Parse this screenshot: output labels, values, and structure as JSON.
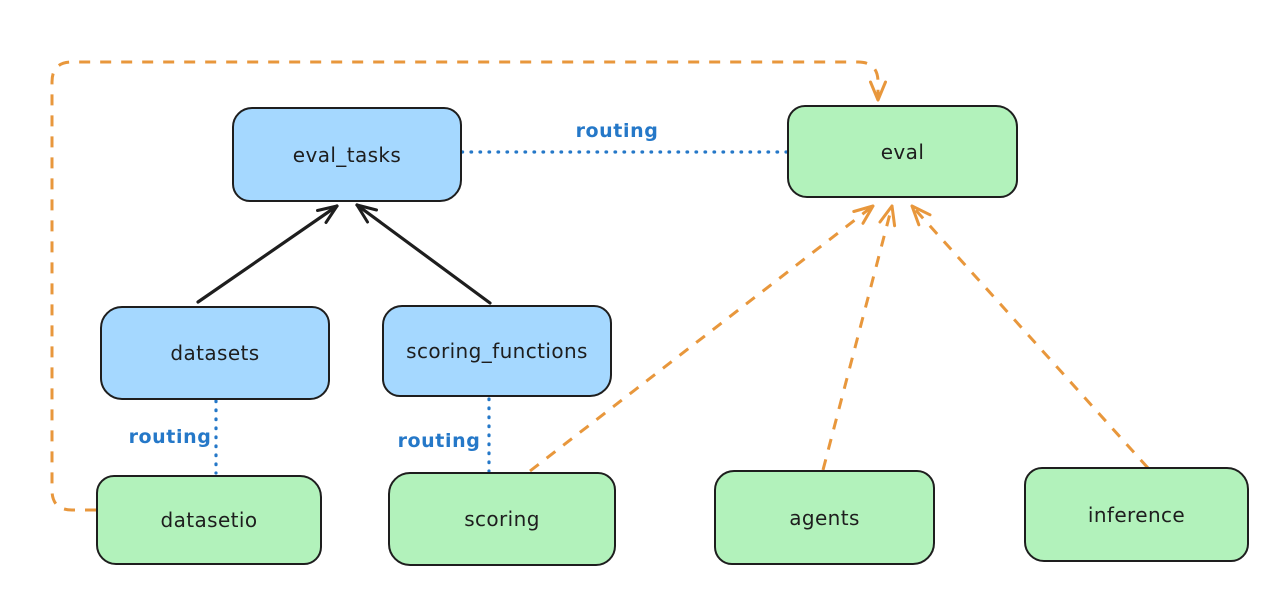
{
  "colors": {
    "black": "#1e1e1e",
    "blue": "#2578c8",
    "orange": "#e8973c",
    "blue_fill": "#a5d8ff",
    "green_fill": "#b2f2bb",
    "background": "#ffffff"
  },
  "nodes": {
    "eval_tasks": {
      "label": "eval_tasks",
      "fill": "#a5d8ff"
    },
    "eval": {
      "label": "eval",
      "fill": "#b2f2bb"
    },
    "datasets": {
      "label": "datasets",
      "fill": "#a5d8ff"
    },
    "scoring_functions": {
      "label": "scoring_functions",
      "fill": "#a5d8ff"
    },
    "datasetio": {
      "label": "datasetio",
      "fill": "#b2f2bb"
    },
    "scoring": {
      "label": "scoring",
      "fill": "#b2f2bb"
    },
    "agents": {
      "label": "agents",
      "fill": "#b2f2bb"
    },
    "inference": {
      "label": "inference",
      "fill": "#b2f2bb"
    }
  },
  "edge_labels": {
    "eval_tasks_to_eval": "routing",
    "datasets_to_datasetio": "routing",
    "scoring_functions_to_scoring": "routing"
  },
  "edges": [
    {
      "from": "datasets",
      "to": "eval_tasks",
      "style": "solid",
      "color": "#1e1e1e",
      "arrow": true
    },
    {
      "from": "scoring_functions",
      "to": "eval_tasks",
      "style": "solid",
      "color": "#1e1e1e",
      "arrow": true
    },
    {
      "from": "eval_tasks",
      "to": "eval",
      "style": "dotted",
      "color": "#2578c8",
      "arrow": false,
      "label": "routing"
    },
    {
      "from": "datasets",
      "to": "datasetio",
      "style": "dotted",
      "color": "#2578c8",
      "arrow": false,
      "label": "routing"
    },
    {
      "from": "scoring_functions",
      "to": "scoring",
      "style": "dotted",
      "color": "#2578c8",
      "arrow": false,
      "label": "routing"
    },
    {
      "from": "datasetio",
      "to": "eval",
      "style": "dashed",
      "color": "#e8973c",
      "arrow": true
    },
    {
      "from": "scoring",
      "to": "eval",
      "style": "dashed",
      "color": "#e8973c",
      "arrow": true
    },
    {
      "from": "agents",
      "to": "eval",
      "style": "dashed",
      "color": "#e8973c",
      "arrow": true
    },
    {
      "from": "inference",
      "to": "eval",
      "style": "dashed",
      "color": "#e8973c",
      "arrow": true
    }
  ]
}
